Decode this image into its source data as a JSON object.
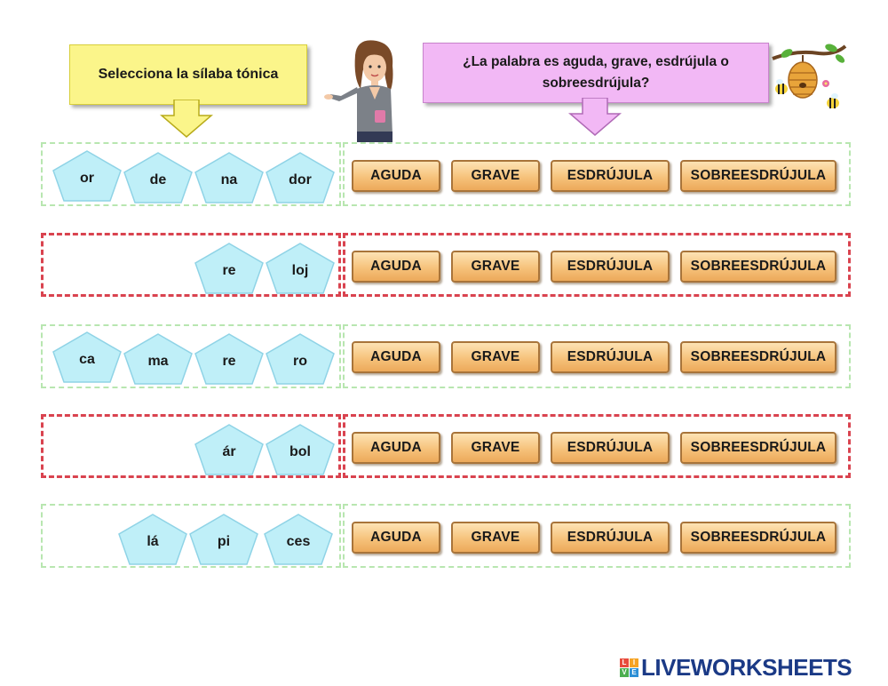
{
  "instructions": {
    "left": "Selecciona la sílaba tónica",
    "right_line1": "¿La palabra es aguda, grave, esdrújula o",
    "right_line2": "sobreesdrújula?"
  },
  "options": [
    "AGUDA",
    "GRAVE",
    "ESDRÚJULA",
    "SOBREESDRÚJULA"
  ],
  "rows": [
    {
      "syllables": [
        "or",
        "de",
        "na",
        "dor"
      ],
      "border": "green"
    },
    {
      "syllables": [
        "re",
        "loj"
      ],
      "border": "red"
    },
    {
      "syllables": [
        "ca",
        "ma",
        "re",
        "ro"
      ],
      "border": "green"
    },
    {
      "syllables": [
        "ár",
        "bol"
      ],
      "border": "red"
    },
    {
      "syllables": [
        "lá",
        "pi",
        "ces"
      ],
      "border": "green"
    }
  ],
  "colors": {
    "syllable_fill": "#bfeff8",
    "option_fill": "#f6c27b",
    "correct_border": "#b8e6b0",
    "wrong_border": "#d9434f"
  },
  "branding": {
    "logo_text": "LIVEWORKSHEETS",
    "logo_letters": [
      "L",
      "I",
      "V",
      "E"
    ]
  }
}
